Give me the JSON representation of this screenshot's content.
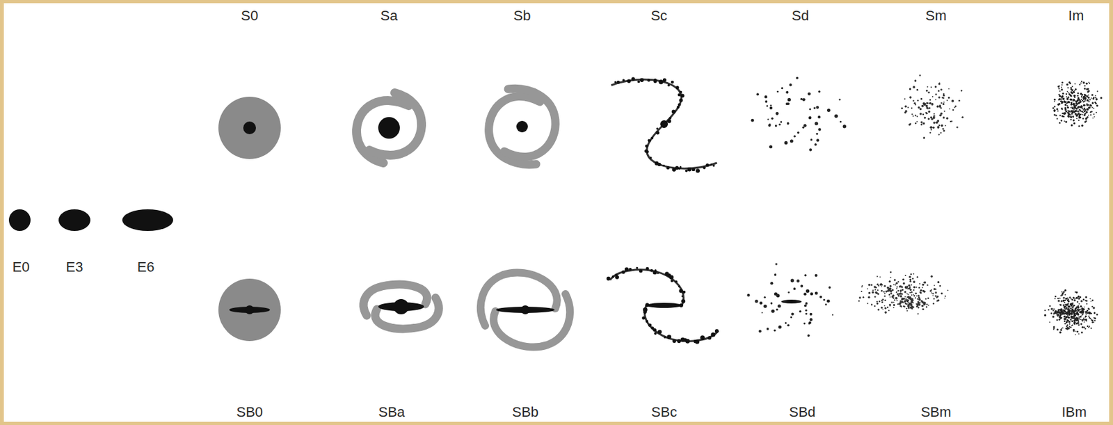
{
  "diagram": {
    "labels": [
      "S0",
      "Sa",
      "Sb",
      "Sc",
      "Sd",
      "Sm",
      "Im",
      "E0",
      "E3",
      "E6",
      "SB0",
      "SBa",
      "SBb",
      "SBc",
      "SBd",
      "SBm",
      "IBm"
    ]
  }
}
